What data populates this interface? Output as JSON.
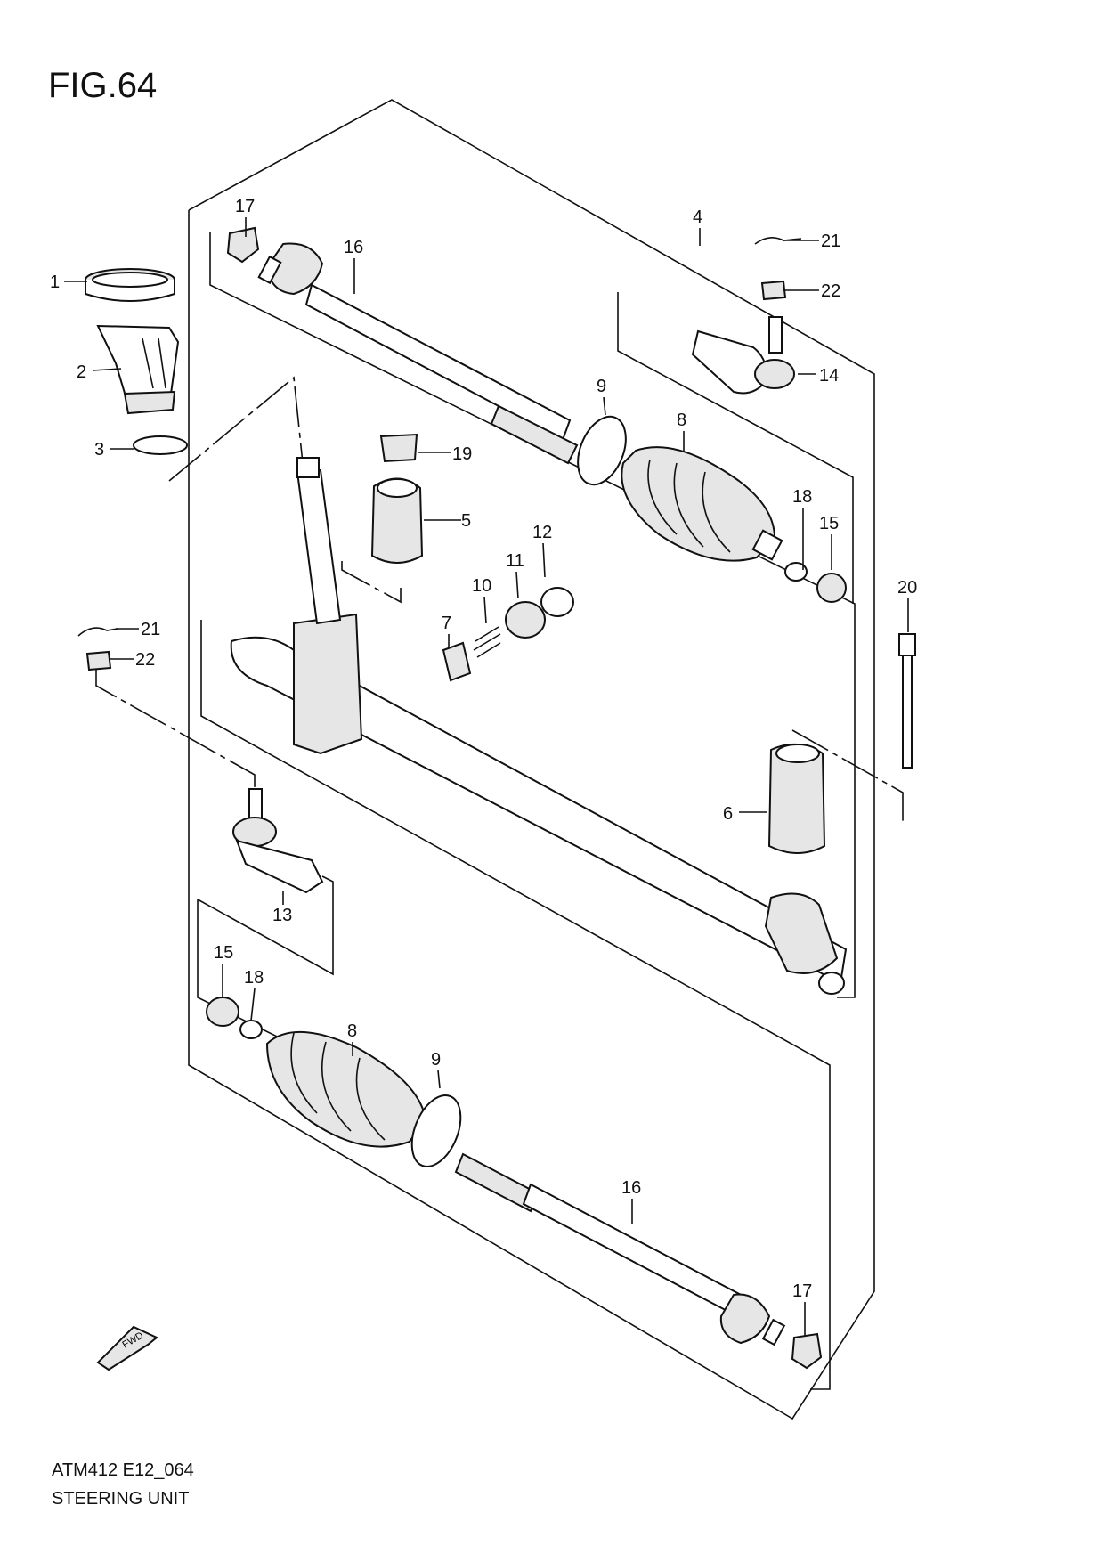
{
  "figure": {
    "title": "FIG.64"
  },
  "footer": {
    "code": "ATM412 E12_064",
    "name": "STEERING UNIT"
  },
  "fwd_label": "FWD",
  "callouts": {
    "c1": "1",
    "c2": "2",
    "c3": "3",
    "c4": "4",
    "c5": "5",
    "c6": "6",
    "c7": "7",
    "c8a": "8",
    "c8b": "8",
    "c9a": "9",
    "c9b": "9",
    "c10": "10",
    "c11": "11",
    "c12": "12",
    "c13": "13",
    "c14": "14",
    "c15a": "15",
    "c15b": "15",
    "c16a": "16",
    "c16b": "16",
    "c17a": "17",
    "c17b": "17",
    "c18a": "18",
    "c18b": "18",
    "c19": "19",
    "c20": "20",
    "c21a": "21",
    "c21b": "21",
    "c22a": "22",
    "c22b": "22"
  }
}
